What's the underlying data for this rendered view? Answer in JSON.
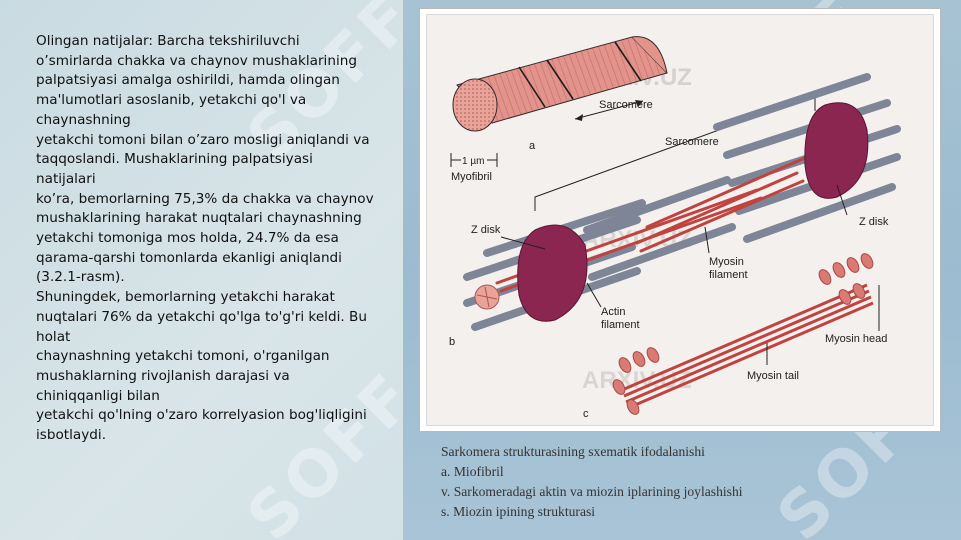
{
  "text_lines": [
    "Olingan natijalar: Barcha tekshiriluvchi",
    "o’smirlarda chakka va chaynov mushaklarining",
    "palpatsiyasi amalga oshirildi, hamda olingan",
    "ma'lumotlari asoslanib, yetakchi qo'l va",
    "chaynashning",
    "yetakchi tomoni bilan o’zaro mosligi aniqlandi va",
    "taqqoslandi. Mushaklarining palpatsiyasi",
    "natijalari",
    "ko’ra, bemorlarning 75,3% da chakka va chaynov",
    "mushaklarining harakat nuqtalari chaynashning",
    "yetakchi tomoniga mos holda, 24.7% da esa",
    "qarama-qarshi tomonlarda ekanligi aniqlandi",
    "(3.2.1-rasm).",
    "Shuningdek, bemorlarning yetakchi harakat",
    "nuqtalari 76% da yetakchi qo'lga to'g'ri keldi. Bu",
    "holat",
    "chaynashning yetakchi tomoni, o'rganilgan",
    "mushaklarning rivojlanish darajasi va",
    "chiniqqanligi bilan",
    "yetakchi qo'lning o'zaro korrelyasion bog'liqligini",
    "isbotlaydi."
  ],
  "figure": {
    "labels": {
      "sarcomere_a": "Sarcomere",
      "panel_a": "a",
      "scale": "1 µm",
      "myofibril": "Myofibril",
      "sarcomere_b": "Sarcomere",
      "z_disk_left": "Z disk",
      "z_disk_right": "Z disk",
      "myosin_filament_1": "Myosin",
      "myosin_filament_2": "filament",
      "actin_filament_1": "Actin",
      "actin_filament_2": "filament",
      "panel_b": "b",
      "myosin_head": "Myosin head",
      "myosin_tail": "Myosin tail",
      "panel_c": "c"
    },
    "watermark_text": "ARXIV.UZ"
  },
  "caption": {
    "title": "Sarkomera strukturasining sxematik ifodalanishi",
    "item_a": "a. Miofibril",
    "item_b": "v. Sarkomeradagi aktin va miozin iplarining joylashishi",
    "item_c": "s. Miozin ipining strukturasi"
  },
  "background_watermark": "SOFF",
  "colors": {
    "muscle": "#d97a74",
    "myosin": "#c0433f",
    "zdisk": "#8a2650",
    "actin": "#7e8597"
  }
}
